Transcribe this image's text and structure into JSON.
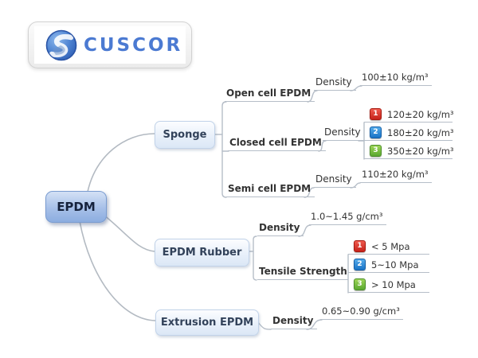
{
  "logo": {
    "text": "CUSCOR",
    "icon": "globe-s-icon"
  },
  "mindmap": {
    "root": {
      "label": "EPDM"
    },
    "sponge": {
      "label": "Sponge",
      "open_cell": {
        "label": "Open cell EPDM",
        "density_label": "Density",
        "density_value": "100±10 kg/m³"
      },
      "closed_cell": {
        "label": "Closed cell EPDM",
        "density_label": "Density",
        "grades": [
          {
            "num": "1",
            "color": "red",
            "value": "120±20 kg/m³"
          },
          {
            "num": "2",
            "color": "blue",
            "value": "180±20 kg/m³"
          },
          {
            "num": "3",
            "color": "green",
            "value": "350±20 kg/m³"
          }
        ]
      },
      "semi_cell": {
        "label": "Semi cell EPDM",
        "density_label": "Density",
        "density_value": "110±20 kg/m³"
      }
    },
    "rubber": {
      "label": "EPDM Rubber",
      "density_label": "Density",
      "density_value": "1.0~1.45 g/cm³",
      "tensile_label": "Tensile Strength",
      "grades": [
        {
          "num": "1",
          "color": "red",
          "value": "< 5 Mpa"
        },
        {
          "num": "2",
          "color": "blue",
          "value": "5~10 Mpa"
        },
        {
          "num": "3",
          "color": "green",
          "value": "> 10 Mpa"
        }
      ]
    },
    "extrusion": {
      "label": "Extrusion EPDM",
      "density_label": "Density",
      "density_value": "0.65~0.90 g/cm³"
    }
  },
  "colors": {
    "accent_blue": "#4b7ad2",
    "root_node_fill": "#a7c0e8",
    "child_node_fill": "#e8f0fa",
    "line": "#b6bec8",
    "badge_red": "#c6221a",
    "badge_blue": "#1973c6",
    "badge_green": "#5aa830"
  }
}
